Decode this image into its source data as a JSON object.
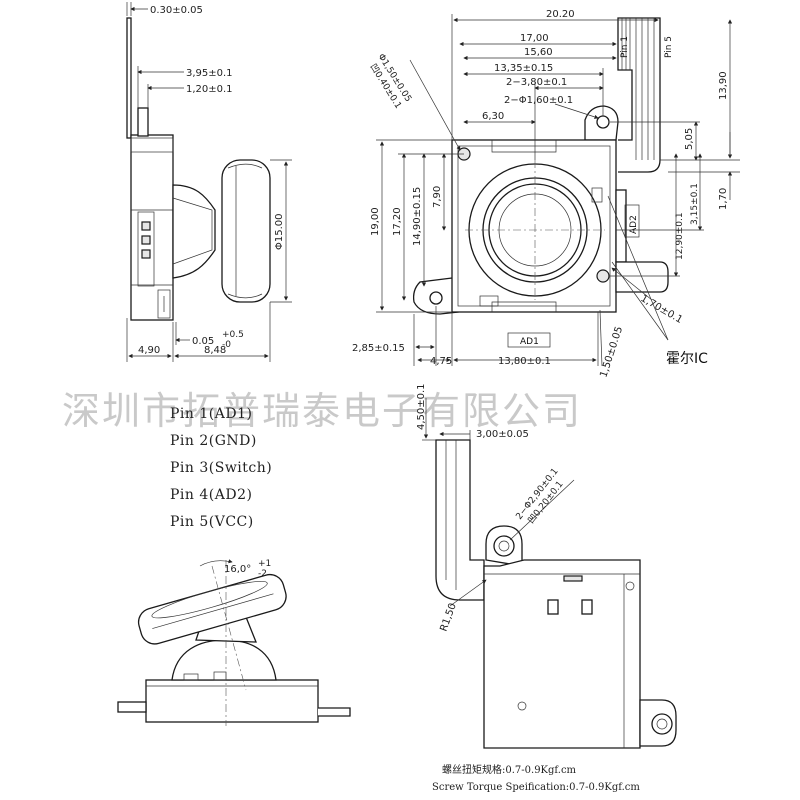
{
  "dims": {
    "d_0_30": "0.30±0.05",
    "d_3_95": "3,95±0.1",
    "d_1_20": "1,20±0.1",
    "d_15_00": "Φ15.00",
    "d_0_05": "0.05",
    "d_0_05_tol": "+0.5\n-0",
    "d_4_90": "4,90",
    "d_8_48": "8,48",
    "d_20_20": "20.20",
    "d_17_00": "17,00",
    "d_15_60": "15,60",
    "d_13_35": "13,35±0.15",
    "d_2_3_80": "2−3,80±0.1",
    "d_2_phi1_60": "2−Φ1,60±0.1",
    "d_phi1_50": "Φ1,50±0.05",
    "d_depth_0_40": "凹0.40±0.1",
    "d_6_30": "6,30",
    "d_13_90": "13,90",
    "d_5_05": "5,05",
    "d_1_70_v": "1,70",
    "d_3_15": "3,15±0.1",
    "d_12_90": "12,90±0.1",
    "d_19_00": "19,00",
    "d_17_20": "17,20",
    "d_14_90": "14,90±0.15",
    "d_7_90": "7,90",
    "d_1_70_diag": "1,70±0.1",
    "d_1_50_diag": "1,50±0.05",
    "d_2_85": "2,85±0.15",
    "d_4_75": "4,75",
    "d_13_80": "13,80±0.1",
    "d_4_50": "4,50±0.1",
    "d_3_00": "3,00±0.05",
    "d_2_phi2_90": "2−Φ2,90±0.1",
    "d_depth_0_20": "凹0,20±0.1",
    "d_r1_50": "R1,50",
    "d_16_0": "16,0°",
    "d_16_0_tol": "+1\n-2"
  },
  "labels": {
    "pin_top_1": "Pin 1",
    "pin_top_5": "Pin 5",
    "ad1_tag": "AD1",
    "ad2_tag": "AD2",
    "hall_ic": "霍尔IC"
  },
  "pins": [
    "Pin 1(AD1)",
    "Pin 2(GND)",
    "Pin 3(Switch)",
    "Pin 4(AD2)",
    "Pin 5(VCC)"
  ],
  "watermark": "深圳市拓普瑞泰电子有限公司",
  "torque": {
    "cn": "螺丝扭矩规格:0.7-0.9Kgf.cm",
    "en": "Screw Torque Speification:0.7-0.9Kgf.cm"
  }
}
